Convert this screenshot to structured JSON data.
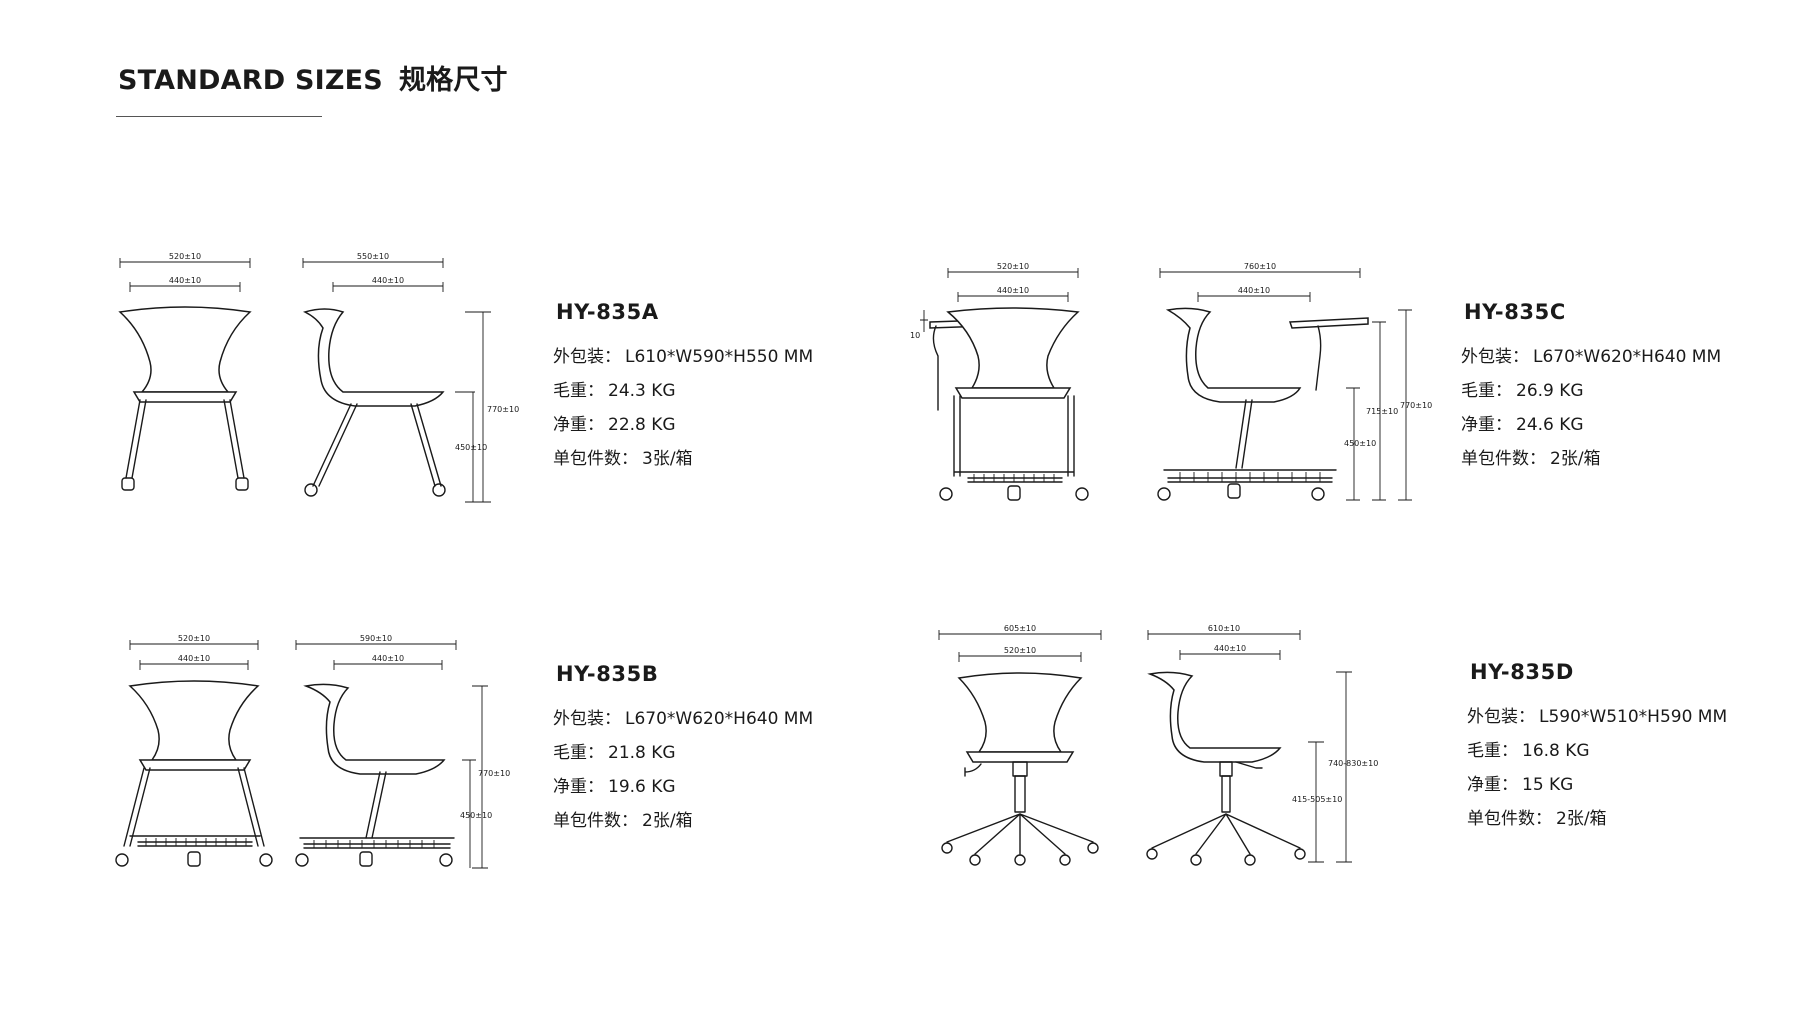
{
  "heading": {
    "title": "STANDARD SIZES",
    "title_cn": "规格尺寸"
  },
  "spec_labels": {
    "package": "外包装：",
    "gross": "毛重：",
    "net": "净重：",
    "per_box": "单包件数："
  },
  "products": [
    {
      "model": "HY-835A",
      "package": "L610*W590*H550 MM",
      "gross": "24.3 KG",
      "net": "22.8 KG",
      "per_box": "3张/箱",
      "front_dims": [
        "520±10",
        "440±10"
      ],
      "side_dims": [
        "550±10",
        "440±10"
      ],
      "height_dims": [
        "770±10",
        "450±10"
      ]
    },
    {
      "model": "HY-835C",
      "package": "L670*W620*H640 MM",
      "gross": "26.9 KG",
      "net": "24.6 KG",
      "per_box": "2张/箱",
      "front_dims": [
        "520±10",
        "440±10",
        "10"
      ],
      "side_dims": [
        "760±10",
        "440±10"
      ],
      "height_dims": [
        "770±10",
        "715±10",
        "450±10"
      ]
    },
    {
      "model": "HY-835B",
      "package": "L670*W620*H640 MM",
      "gross": "21.8 KG",
      "net": "19.6 KG",
      "per_box": "2张/箱",
      "front_dims": [
        "520±10",
        "440±10"
      ],
      "side_dims": [
        "590±10",
        "440±10"
      ],
      "height_dims": [
        "770±10",
        "450±10"
      ]
    },
    {
      "model": "HY-835D",
      "package": "L590*W510*H590 MM",
      "gross": "16.8 KG",
      "net": "15 KG",
      "per_box": "2张/箱",
      "front_dims": [
        "605±10",
        "520±10"
      ],
      "side_dims": [
        "610±10",
        "440±10"
      ],
      "height_dims": [
        "740-830±10",
        "415-505±10"
      ]
    }
  ]
}
